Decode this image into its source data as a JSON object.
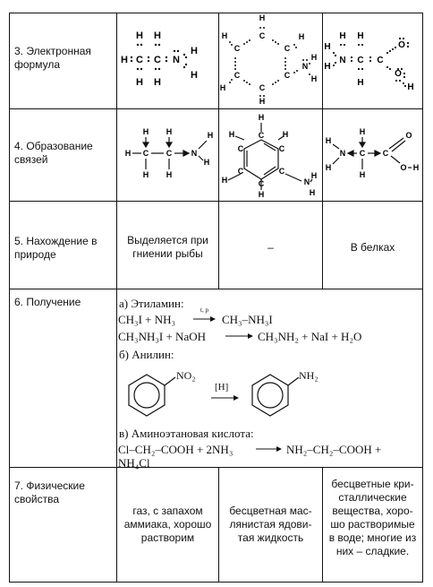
{
  "rows": [
    {
      "label": "3. Электронная\nформула"
    },
    {
      "label": "4. Образование\nсвязей"
    },
    {
      "label": "5. Нахождение в\nприроде",
      "col1": "Выделяется при\nгниении рыбы",
      "col2": "–",
      "col3": "В белках"
    },
    {
      "label": "6.  Получение"
    },
    {
      "label": "7. Физические\nсвойства",
      "col1": "газ, с запахом\nаммиака, хорошо\nрастворим",
      "col2": "бесцветная мас-\nлянистая ядови-\nтая жидкость",
      "col3": "бесцветные кри-\nсталлические\nвещества, хоро-\nшо растворимые\nв воде; многие из\nних – сладкие."
    }
  ],
  "preparation": {
    "a_title": "а) Этиламин:",
    "a_eq1_left": "CH₃I + NH₃",
    "a_eq1_cond": "t, p",
    "a_eq1_right": "CH₃–NH₃I",
    "a_eq2_left": "CH₃NH₃I + NaOH",
    "a_eq2_right": "CH₃NH₂ + NaI + H₂O",
    "b_title": "б) Анилин:",
    "b_substituent_left": "NO₂",
    "b_cond": "[H]",
    "b_substituent_right": "NH₂",
    "c_title": "в) Аминоэтановая кислота:",
    "c_eq_left": "Cl–CH₂–COOH + 2NH₃",
    "c_eq_right": "NH₂–CH₂–COOH +",
    "c_eq_cont": "NH₄Cl"
  },
  "formulas": {
    "ethylamine_electronic": {
      "h": "H",
      "c": "C",
      "n": "N"
    },
    "aniline_electronic": {
      "h": "H",
      "c": "C",
      "n": "N"
    },
    "glycine_electronic": {
      "h": "H",
      "c": "C",
      "n": "N",
      "o": "O"
    },
    "ethylamine_bonds": {
      "h": "H",
      "c": "C",
      "n": "N"
    },
    "aniline_bonds": {
      "h": "H",
      "c": "C",
      "n": "N"
    },
    "glycine_bonds": {
      "h": "H",
      "c": "C",
      "n": "N",
      "o": "O"
    }
  }
}
